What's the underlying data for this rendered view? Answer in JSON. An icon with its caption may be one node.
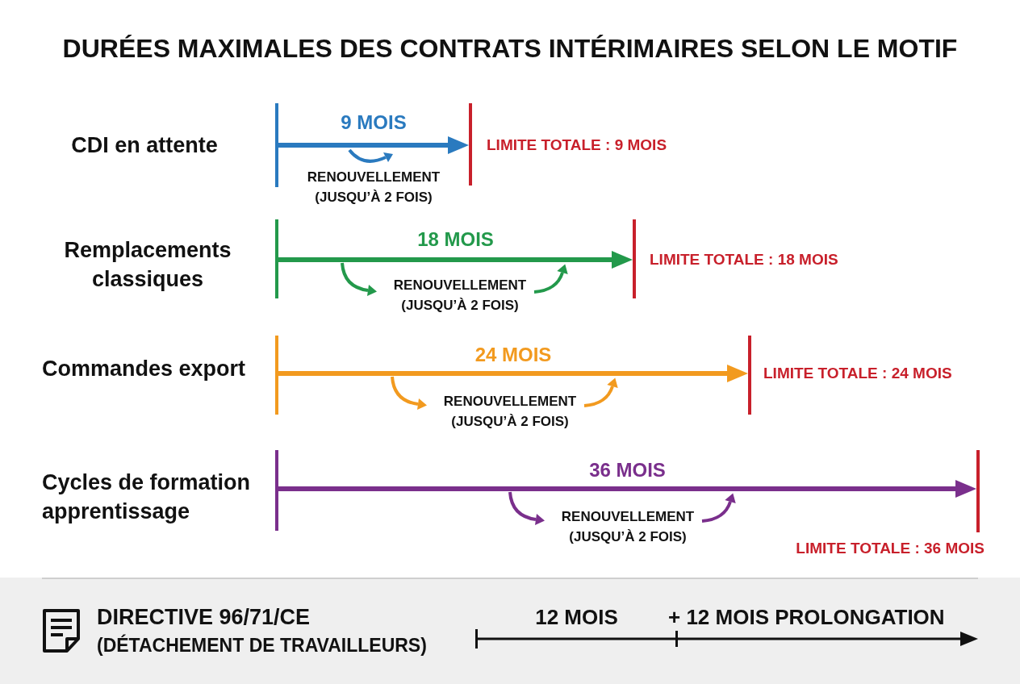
{
  "diagram": {
    "title": "DURÉES MAXIMALES DES CONTRATS INTÉRIMAIRES SELON LE MOTIF",
    "nodes": [
      {
        "text": [],
        "shape": "bar"
      },
      {
        "text": [],
        "shape": "bar",
        "beside": [
          "LIMITE TOTALE : 9 MOIS"
        ]
      },
      {
        "text": [],
        "shape": "bar"
      },
      {
        "text": [],
        "shape": "bar",
        "beside": [
          "LIMITE TOTALE : 18 MOIS"
        ]
      },
      {
        "text": [],
        "shape": "bar"
      },
      {
        "text": [],
        "shape": "bar",
        "beside": [
          "LIMITE TOTALE : 24 MOIS"
        ]
      },
      {
        "text": [],
        "shape": "bar"
      },
      {
        "text": [],
        "shape": "bar",
        "beside": [
          "LIMITE TOTALE : 36 MOIS"
        ]
      },
      {
        "text": [
          "DIRECTIVE 96/71/CE",
          "(DÉTACHEMENT DE TRAVAILLEURS)"
        ]
      },
      {
        "text": [],
        "shape": "bar",
        "in": 8
      },
      {
        "text": [],
        "shape": "bar",
        "in": 8
      }
    ],
    "edges": [
      {
        "from": 0,
        "to": 1,
        "arrow": "to",
        "label": "9 MOIS",
        "color": "#2a7abf"
      },
      {
        "from": 2,
        "to": 3,
        "arrow": "to",
        "label": "18 MOIS",
        "color": "#23994b"
      },
      {
        "from": 4,
        "to": 5,
        "arrow": "to",
        "label": "24 MOIS",
        "color": "#f29a1f"
      },
      {
        "from": 6,
        "to": 7,
        "arrow": "to",
        "label": "36 MOIS",
        "color": "#7a2f8c"
      },
      {
        "from": 9,
        "to": 10,
        "arrow": "none",
        "label": "12 MOIS"
      },
      {
        "from": 10,
        "to": null,
        "arrow": "to",
        "label": "+ 12 MOIS PROLONGATION"
      }
    ],
    "labels": [
      "CDI en attente",
      "RENOUVELLEMENT (JUSQU’À 2 FOIS)",
      "Remplacements classiques",
      "RENOUVELLEMENT (JUSQU’À 2 FOIS)",
      "Commandes export",
      "RENOUVELLEMENT (JUSQU’À 2 FOIS)",
      "Cycles de formation apprentissage",
      "RENOUVELLEMENT (JUSQU’À 2 FOIS)"
    ]
  }
}
